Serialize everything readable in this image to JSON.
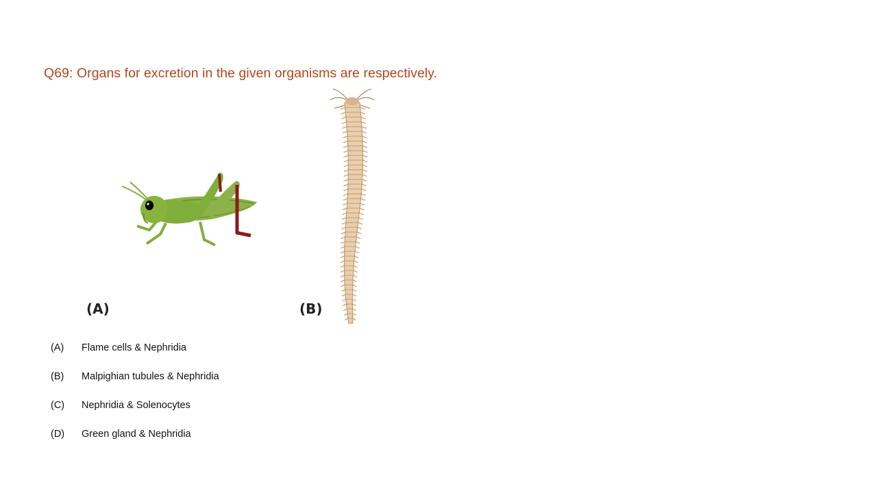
{
  "question": {
    "text": "Q69: Organs for excretion in the given organisms are respectively."
  },
  "figures": {
    "a": {
      "label": "(A)",
      "organism_icon": "grasshopper-illustration"
    },
    "b": {
      "label": "(B)",
      "organism_icon": "polychaete-worm-illustration"
    }
  },
  "options": [
    {
      "letter": "(A)",
      "text": "Flame cells & Nephridia"
    },
    {
      "letter": "(B)",
      "text": "Malpighian tubules & Nephridia"
    },
    {
      "letter": "(C)",
      "text": "Nephridia & Solenocytes"
    },
    {
      "letter": "(D)",
      "text": "Green gland & Nephridia"
    }
  ],
  "colors": {
    "question_text": "#b2461b",
    "body_text": "#111111",
    "grasshopper_green": "#7fae3a",
    "grasshopper_leg_red": "#8b1a1a",
    "worm_body": "#e9cfae"
  }
}
